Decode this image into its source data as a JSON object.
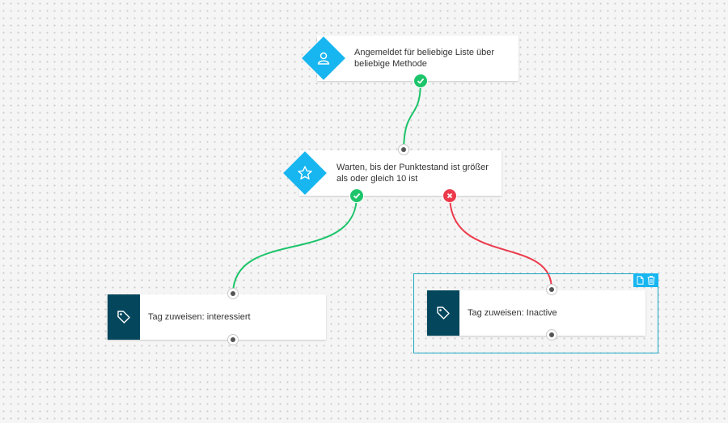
{
  "nodes": {
    "trigger": {
      "label": "Angemeldet für beliebige Liste über beliebige Methode",
      "icon": "user-icon"
    },
    "wait": {
      "label": "Warten, bis der Punktestand ist größer als oder gleich 10 ist",
      "icon": "star-icon"
    },
    "tag_yes": {
      "label": "Tag zuweisen: interessiert",
      "icon": "tag-icon"
    },
    "tag_no": {
      "label": "Tag zuweisen: Inactive",
      "icon": "tag-icon"
    }
  },
  "colors": {
    "accent": "#17b6f0",
    "action": "#04475d",
    "yes": "#1cc46a",
    "no": "#ec3a4b",
    "selection": "#19a6c3"
  },
  "toolbar": {
    "copy_icon": "copy-icon",
    "delete_icon": "trash-icon"
  }
}
